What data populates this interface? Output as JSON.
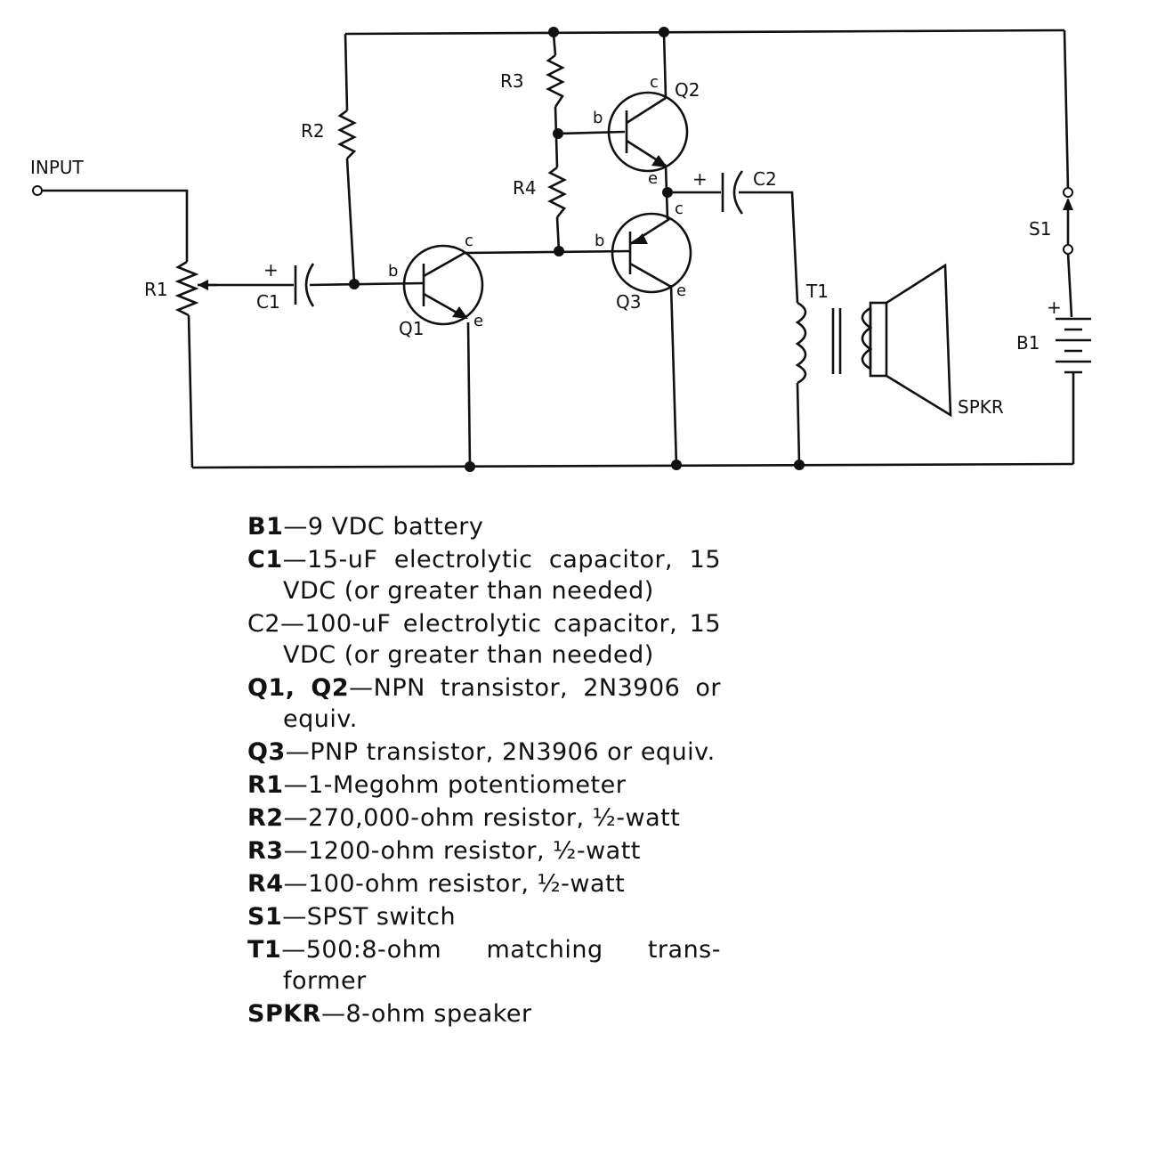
{
  "labels": {
    "input": "INPUT",
    "r1": "R1",
    "r2": "R2",
    "r3": "R3",
    "r4": "R4",
    "c1": "C1",
    "c2": "C2",
    "q1": "Q1",
    "q2": "Q2",
    "q3": "Q3",
    "t1": "T1",
    "s1": "S1",
    "b1": "B1",
    "spkr": "SPKR",
    "plus": "+",
    "pin_b": "b",
    "pin_c": "c",
    "pin_e": "e"
  },
  "parts": [
    {
      "ref": "B1",
      "desc": "9 VDC battery",
      "bold": true
    },
    {
      "ref": "C1",
      "desc": "15-uF electrolytic capacitor, 15 VDC (or greater than needed)",
      "bold": true
    },
    {
      "ref": "C2",
      "desc": "100-uF electrolytic capacitor, 15 VDC (or greater than needed)",
      "bold": false
    },
    {
      "ref": "Q1, Q2",
      "desc": "NPN transistor, 2N3906 or equiv.",
      "bold": true
    },
    {
      "ref": "Q3",
      "desc": "PNP transistor, 2N3906 or equiv.",
      "bold": true
    },
    {
      "ref": "R1",
      "desc": "1-Megohm potentiometer",
      "bold": true
    },
    {
      "ref": "R2",
      "desc": "270,000-ohm resistor, ½-watt",
      "bold": true
    },
    {
      "ref": "R3",
      "desc": "1200-ohm resistor, ½-watt",
      "bold": true
    },
    {
      "ref": "R4",
      "desc": "100-ohm resistor, ½-watt",
      "bold": true
    },
    {
      "ref": "S1",
      "desc": "SPST switch",
      "bold": true
    },
    {
      "ref": "T1",
      "desc": "500:8-ohm matching trans-former",
      "bold": true
    },
    {
      "ref": "SPKR",
      "desc": "8-ohm speaker",
      "bold": true
    }
  ],
  "dash": "—"
}
